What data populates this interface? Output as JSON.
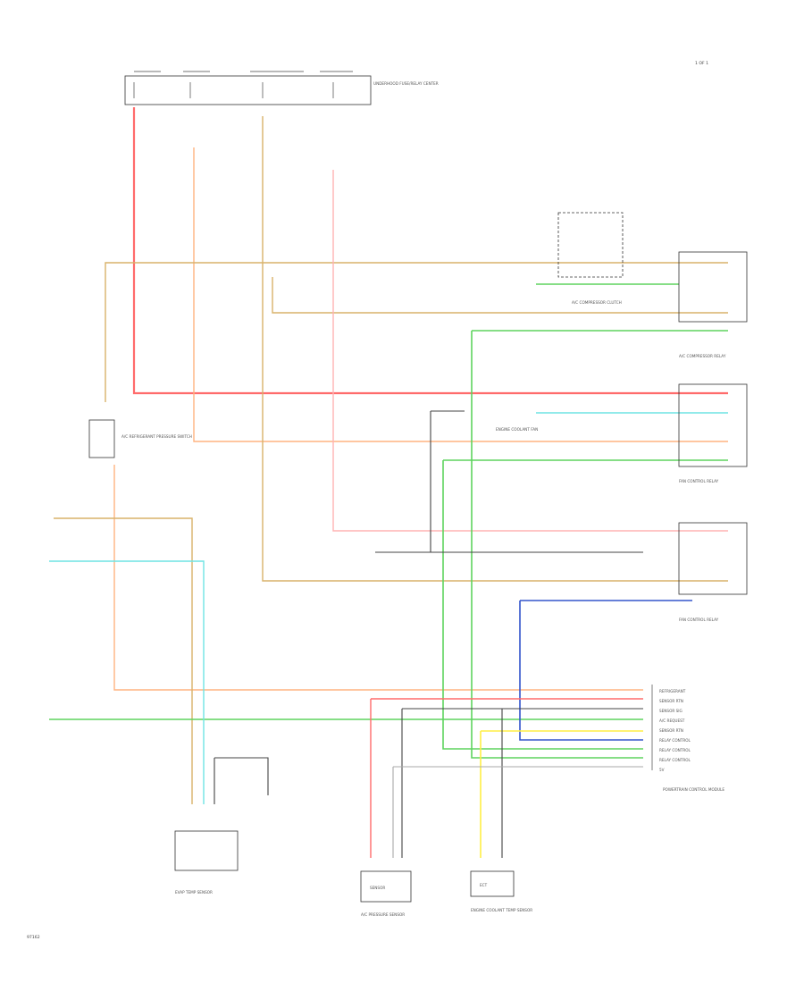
{
  "diagram": {
    "corner_label": "1 OF 1",
    "fig_number": "97162",
    "colors": {
      "red": "#ff6b6b",
      "orange": "#ffb380",
      "tan": "#d9b26a",
      "pink": "#ffb3b3",
      "green": "#5ed45e",
      "light_green": "#9be69b",
      "cyan": "#6fe3e3",
      "blue": "#3355cc",
      "yellow": "#ffee44",
      "black": "#444444",
      "gray": "#999999"
    },
    "labels": {
      "fuse_top": "UNDERHOOD FUSE/RELAY CENTER",
      "ac_clutch": "A/C COMPRESSOR CLUTCH",
      "ac_relay": "A/C COMPRESSOR RELAY",
      "coolant_fan": "ENGINE COOLANT FAN",
      "fan_relay_1": "FAN CONTROL RELAY",
      "fan_relay_2": "FAN CONTROL RELAY",
      "pressure_switch": "A/C REFRIGERANT PRESSURE SWITCH",
      "pcm": "POWERTRAIN CONTROL MODULE",
      "heater_sensor": "EVAP TEMP SENSOR",
      "ac_pressure": "A/C PRESSURE SENSOR",
      "ect_sensor": "ENGINE COOLANT TEMP SENSOR",
      "data_box_1": "SENSOR",
      "data_box_2": "ECT",
      "pcm_pins": [
        "REFRIGERANT",
        "SENSOR RTN",
        "SENSOR SIG",
        "A/C REQUEST",
        "SENSOR RTN",
        "RELAY CONTROL",
        "RELAY CONTROL",
        "RELAY CONTROL",
        "5V"
      ]
    }
  }
}
